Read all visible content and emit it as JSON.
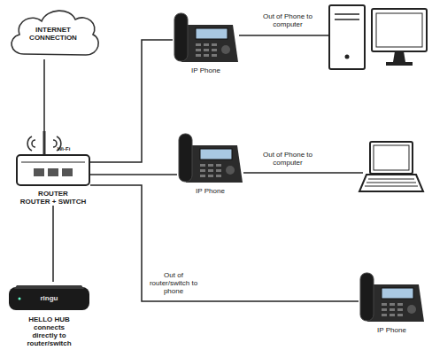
{
  "diagram": {
    "nodes": [
      {
        "text": [
          "INTERNET CONNECTION"
        ]
      },
      {
        "text": [
          "ROUTER",
          "ROUTER + SWITCH"
        ]
      },
      {
        "text": [
          "IP Phone"
        ]
      },
      {
        "text": [
          "IP Phone"
        ]
      },
      {
        "text": [
          "IP Phone"
        ]
      },
      {
        "text": [
          "ringu",
          "HELLO HUB connects directly to router/switch"
        ]
      }
    ],
    "edges": [
      {
        "from": 0,
        "to": 1,
        "arrow": "none"
      },
      {
        "from": 1,
        "to": 2,
        "arrow": "none"
      },
      {
        "from": 1,
        "to": 3,
        "arrow": "none"
      },
      {
        "from": 1,
        "to": 4,
        "label": "Out of router/switch to phone",
        "arrow": "none"
      },
      {
        "from": 1,
        "to": 5,
        "arrow": "none"
      }
    ],
    "labels": [
      "Wi-Fi",
      "Out of Phone to computer",
      "Out of Phone to computer"
    ]
  }
}
